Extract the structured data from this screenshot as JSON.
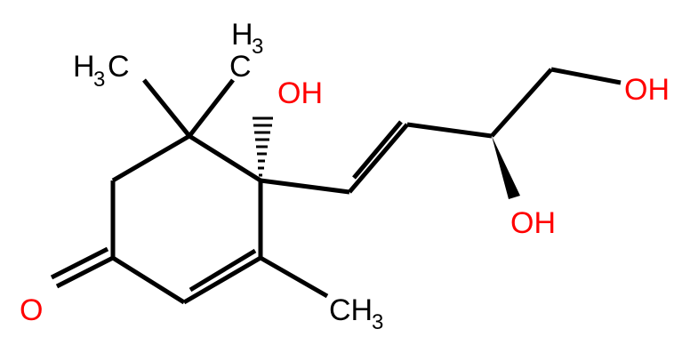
{
  "structure": {
    "colors": {
      "bond": "#000000",
      "carbon_text": "#000000",
      "oxygen_text": "#ff0000"
    },
    "labels": {
      "me_top_left": {
        "main": "H",
        "sub": "3",
        "tail": "C"
      },
      "me_top_right": {
        "main": "H",
        "sub": "3"
      },
      "me_top_right_c": "C",
      "me_bottom": {
        "main": "CH",
        "sub": "3"
      },
      "ketone_o": "O",
      "oh_quaternary": "OH",
      "oh_secondary": "OH",
      "oh_primary": "OH"
    }
  }
}
